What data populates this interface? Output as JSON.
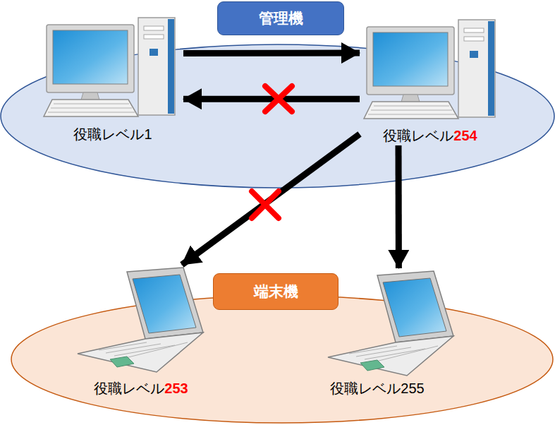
{
  "diagram": {
    "nodes": [
      {
        "text": [
          "管理機"
        ]
      },
      {
        "text": [
          "役職レベル1"
        ],
        "in": 0
      },
      {
        "text": [
          "役職レベル254"
        ],
        "in": 0
      },
      {
        "text": [
          "端末機"
        ]
      },
      {
        "text": [
          "役職レベル253"
        ],
        "in": 3
      },
      {
        "text": [
          "役職レベル255"
        ],
        "in": 3
      }
    ],
    "edges": [
      {
        "from": 1,
        "to": 2,
        "arrow": "to"
      },
      {
        "from": 2,
        "to": 1,
        "arrow": "to"
      },
      {
        "from": 2,
        "to": 4,
        "arrow": "to"
      },
      {
        "from": 2,
        "to": 5,
        "arrow": "to"
      }
    ]
  }
}
